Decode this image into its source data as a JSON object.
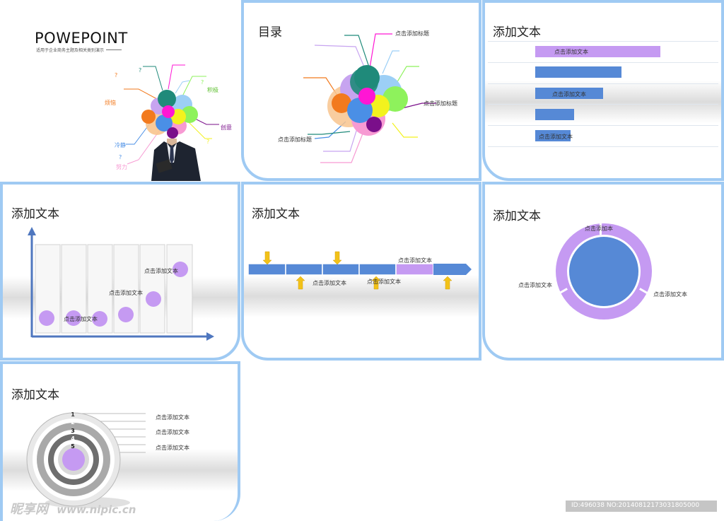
{
  "s1": {
    "title": "POWEPOINT",
    "subtitle": "适用于企业商务主题及相关类别演示",
    "labels": {
      "fan": "烦恼",
      "jiji": "积极",
      "chuangyi": "创意",
      "lengjing": "冷静",
      "nuli": "努力",
      "q": "?"
    },
    "colors": {
      "teal": "#1f8a7a",
      "orange": "#f27a1e",
      "magenta": "#ff16d4",
      "green": "#8ef25c",
      "blue": "#4a8fe6",
      "yellow": "#f3f21e",
      "purple": "#7a0f8a",
      "peach": "#f8c48e",
      "lavender": "#c7a4f0",
      "pink": "#f79ad3",
      "skyblue": "#9ccff6"
    }
  },
  "s2": {
    "title": "目录",
    "labels": {
      "top": "点击添加标题",
      "right": "点击添加标题",
      "left": "点击添加标题"
    }
  },
  "s3": {
    "title": "添加文本",
    "bar_labels": [
      "点击添加文本",
      "",
      "点击添加文本",
      "",
      "点击添加文本"
    ],
    "colors": {
      "purple": "#c59af2",
      "blue": "#5689d6"
    }
  },
  "s4": {
    "title": "添加文本",
    "labels": [
      "点击添加文本",
      "点击添加文本",
      "点击添加文本"
    ]
  },
  "s5": {
    "title": "添加文本",
    "labels": [
      "点击添加文本",
      "点击添加文本",
      "点击添加文本"
    ]
  },
  "s6": {
    "title": "添加文本",
    "labels": {
      "top": "点击添加本",
      "left": "点击添加文本",
      "right": "点击添加文本"
    }
  },
  "s7": {
    "title": "添加文本",
    "rings": [
      "1",
      "2",
      "3",
      "4",
      "5"
    ],
    "labels": [
      "点击添加文本",
      "点击添加文本",
      "点击添加文本"
    ]
  },
  "watermark": {
    "logo": "昵享网",
    "url": "www.nipic.cn",
    "id": "ID:496038 NO:20140812173031805000"
  }
}
